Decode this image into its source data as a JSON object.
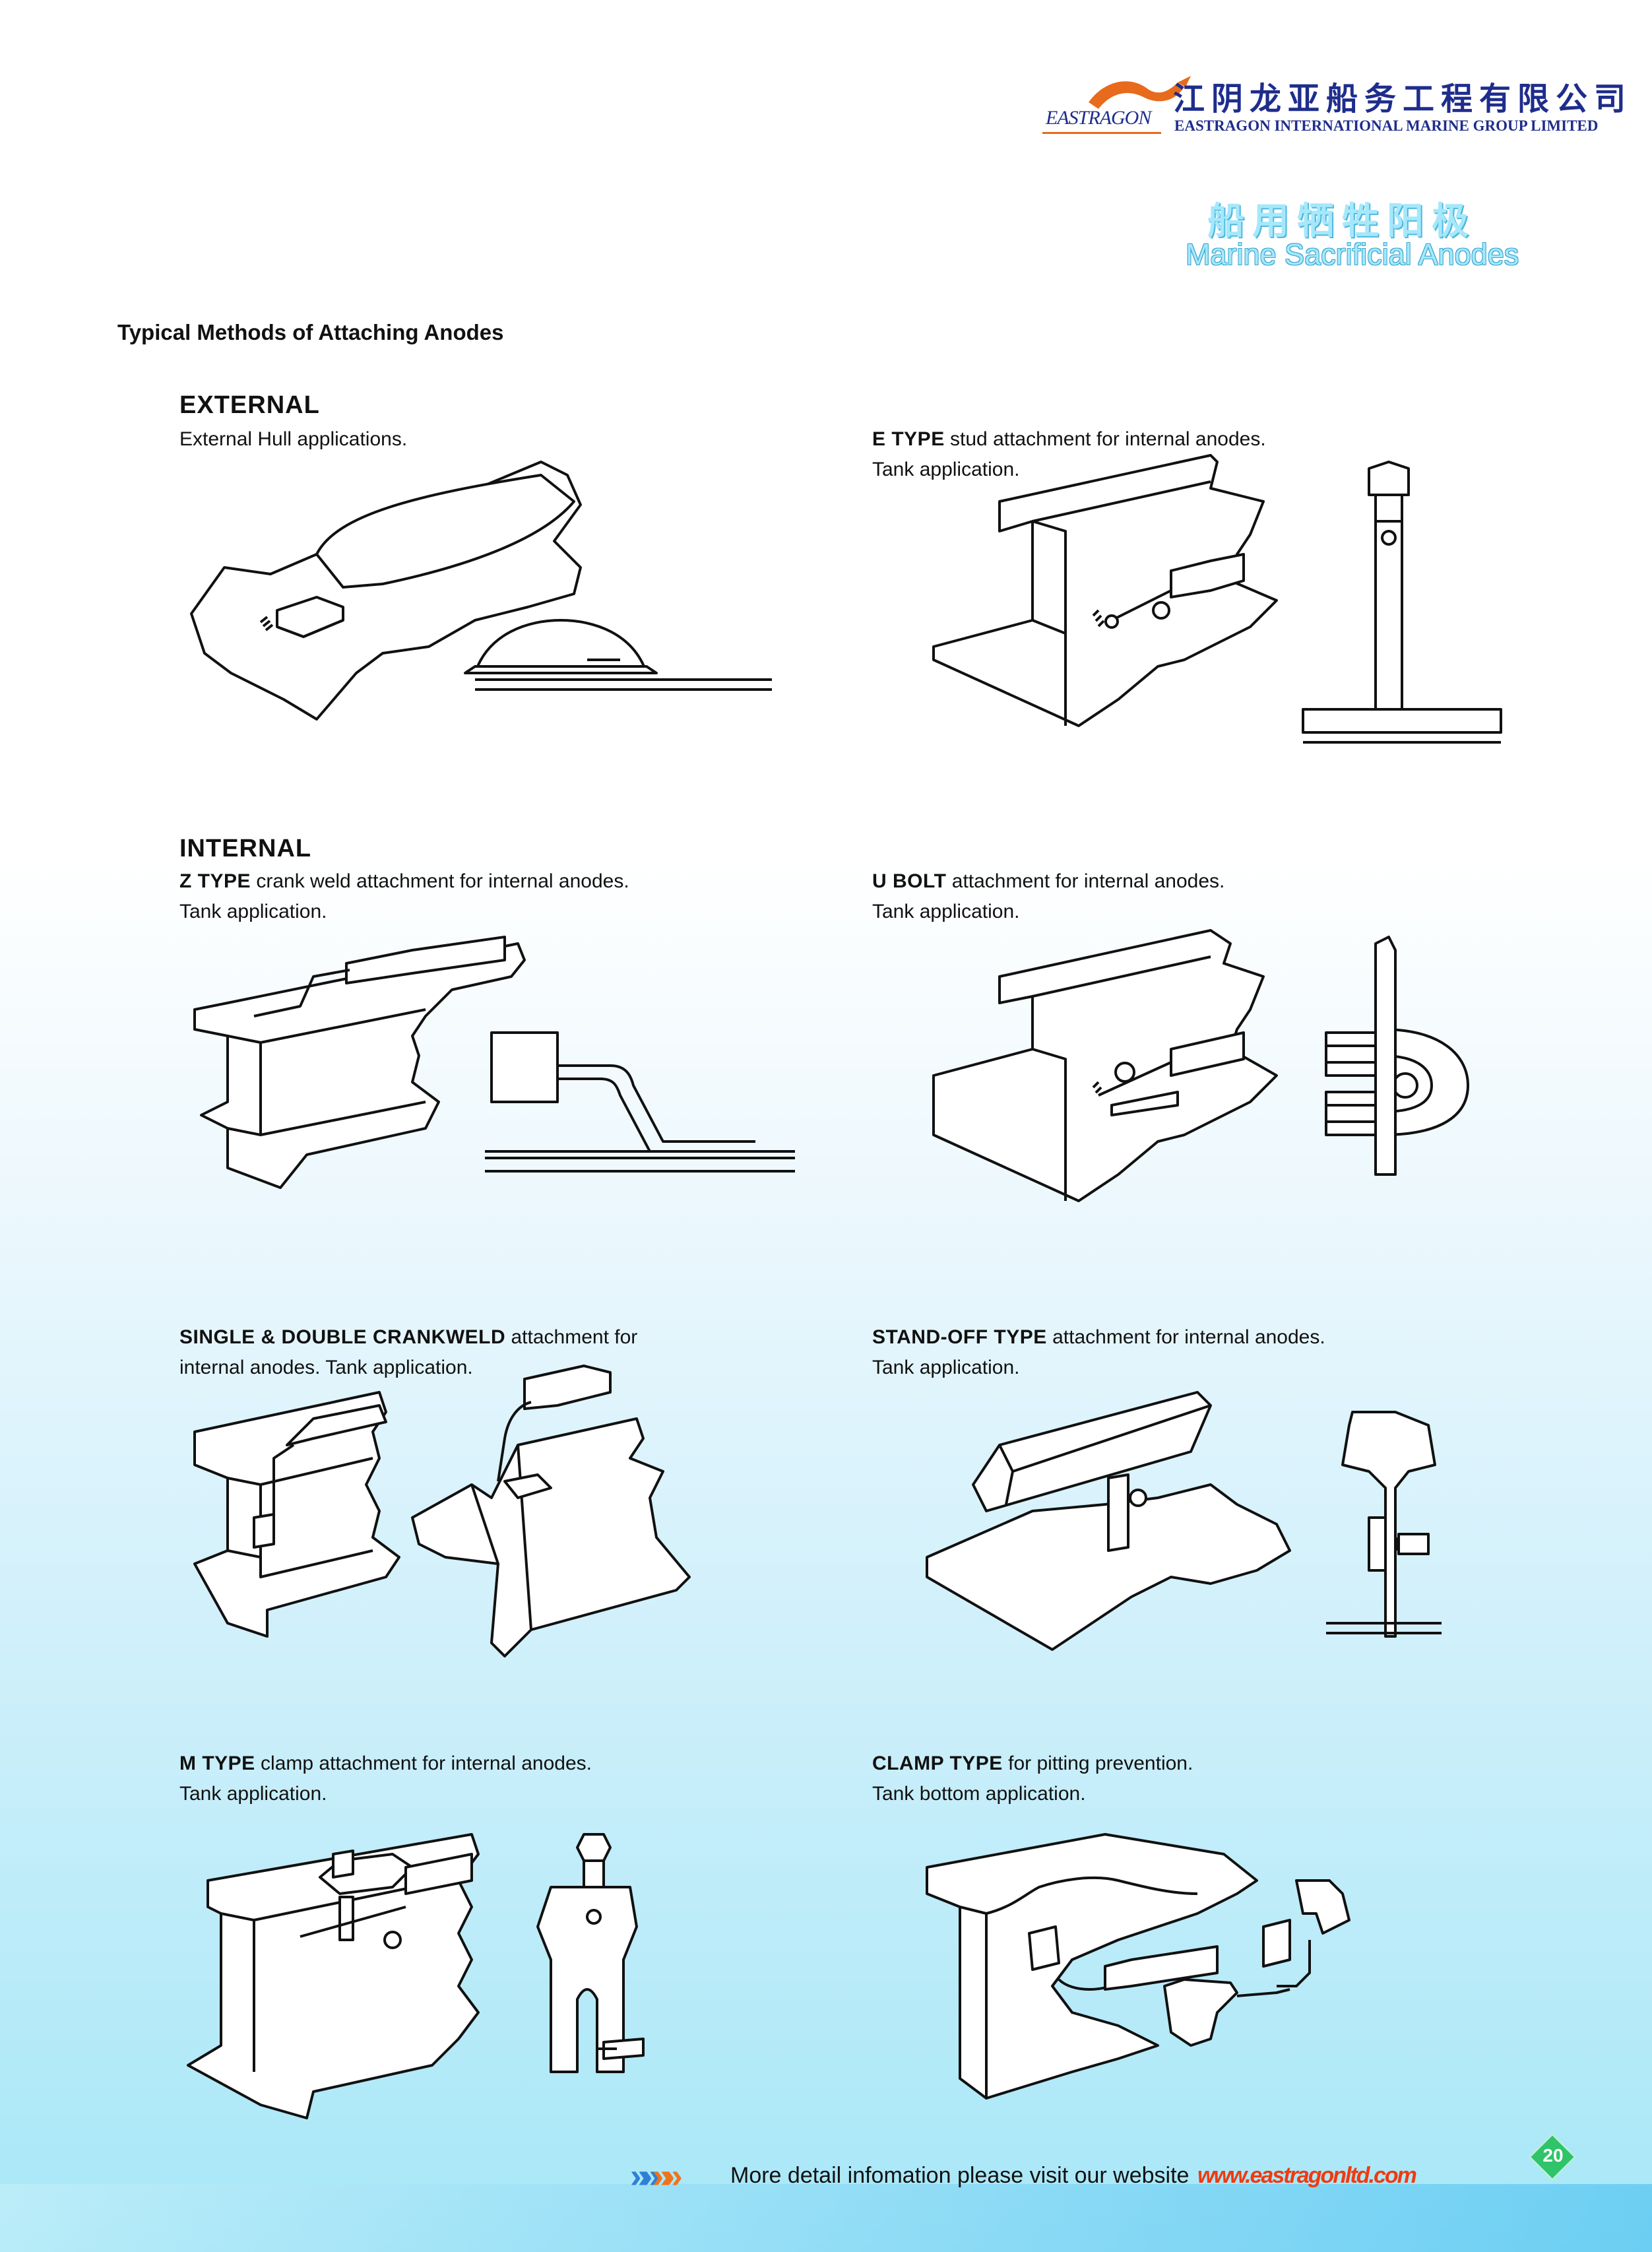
{
  "header": {
    "logo_text": "EASTRAGON",
    "company_cn": "江阴龙亚船务工程有限公司",
    "company_en": "EASTRAGON INTERNATIONAL MARINE GROUP LIMITED",
    "product_cn": "船用牺牲阳极",
    "product_en": "Marine Sacrificial Anodes",
    "brand_colors": {
      "navy": "#1e2d8c",
      "orange": "#e86a1c",
      "light_cyan": "#a6e8fb"
    }
  },
  "page_heading": "Typical Methods of Attaching Anodes",
  "sections": {
    "external": {
      "title": "EXTERNAL",
      "caption_line1": "External Hull applications."
    },
    "internal": {
      "title": "INTERNAL"
    }
  },
  "figures": {
    "e_type": {
      "bold": "E TYPE",
      "rest": " stud attachment for internal anodes.",
      "line2": "Tank application."
    },
    "z_type": {
      "bold": "Z TYPE",
      "rest": " crank weld attachment for internal anodes.",
      "line2": "Tank application."
    },
    "u_bolt": {
      "bold": "U BOLT",
      "rest": " attachment for internal anodes.",
      "line2": "Tank application."
    },
    "crankweld": {
      "bold": "SINGLE & DOUBLE CRANKWELD",
      "rest": " attachment for",
      "line2": "internal anodes. Tank application."
    },
    "stand_off": {
      "bold": "STAND-OFF TYPE",
      "rest": " attachment for internal anodes.",
      "line2": "Tank application."
    },
    "m_type": {
      "bold": "M TYPE",
      "rest": " clamp attachment for internal anodes.",
      "line2": "Tank application."
    },
    "clamp_type": {
      "bold": "CLAMP TYPE",
      "rest": " for pitting prevention.",
      "line2": "Tank bottom application."
    }
  },
  "footer": {
    "chevrons": "»»»",
    "text": "More detail infomation please visit our website",
    "url": "www.eastragonltd.com",
    "page_number": "20",
    "colors": {
      "chevron_blue": "#2f7fd6",
      "chevron_orange": "#f0731c",
      "url": "#f03a10",
      "page_badge": "#2fc46a"
    }
  }
}
